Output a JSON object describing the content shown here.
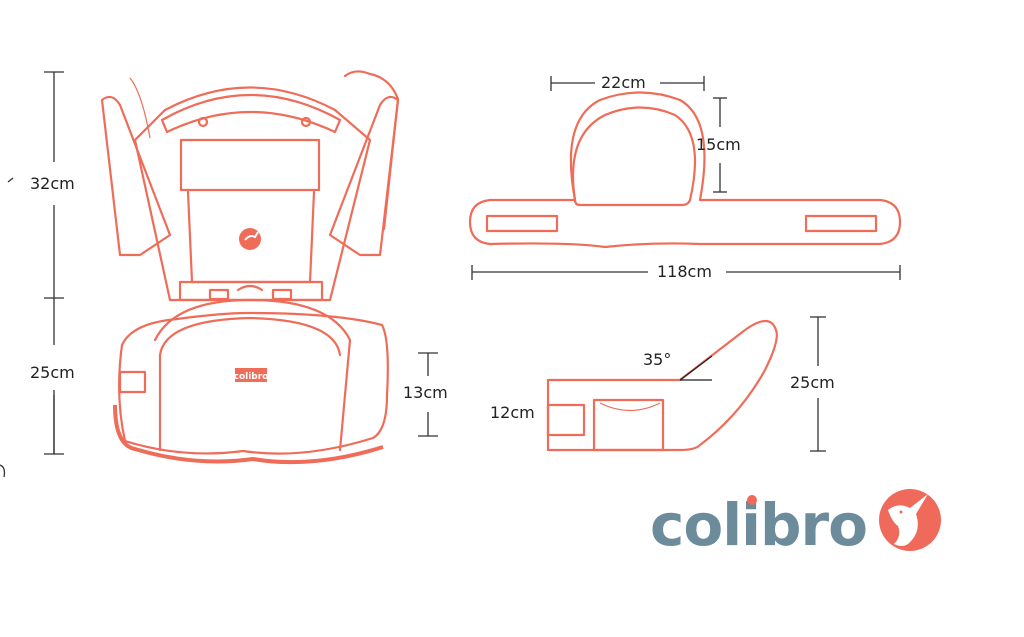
{
  "colors": {
    "outline": "#ee6c58",
    "dimension": "#333333",
    "logo_text": "#6c8b9b",
    "logo_accent": "#ef6a5a"
  },
  "carrier_front": {
    "dims": {
      "upper_height": "32cm",
      "lower_height": "25cm",
      "seat_height": "13cm"
    },
    "badge_text": "colibro"
  },
  "waist_belt": {
    "dims": {
      "seat_width": "22cm",
      "seat_depth": "15cm",
      "belt_length": "118cm"
    }
  },
  "side_view": {
    "dims": {
      "angle": "35°",
      "front_height": "12cm",
      "seat_height": "25cm"
    }
  },
  "logo": {
    "text": "colibro",
    "icon": "hummingbird-circle-icon"
  }
}
